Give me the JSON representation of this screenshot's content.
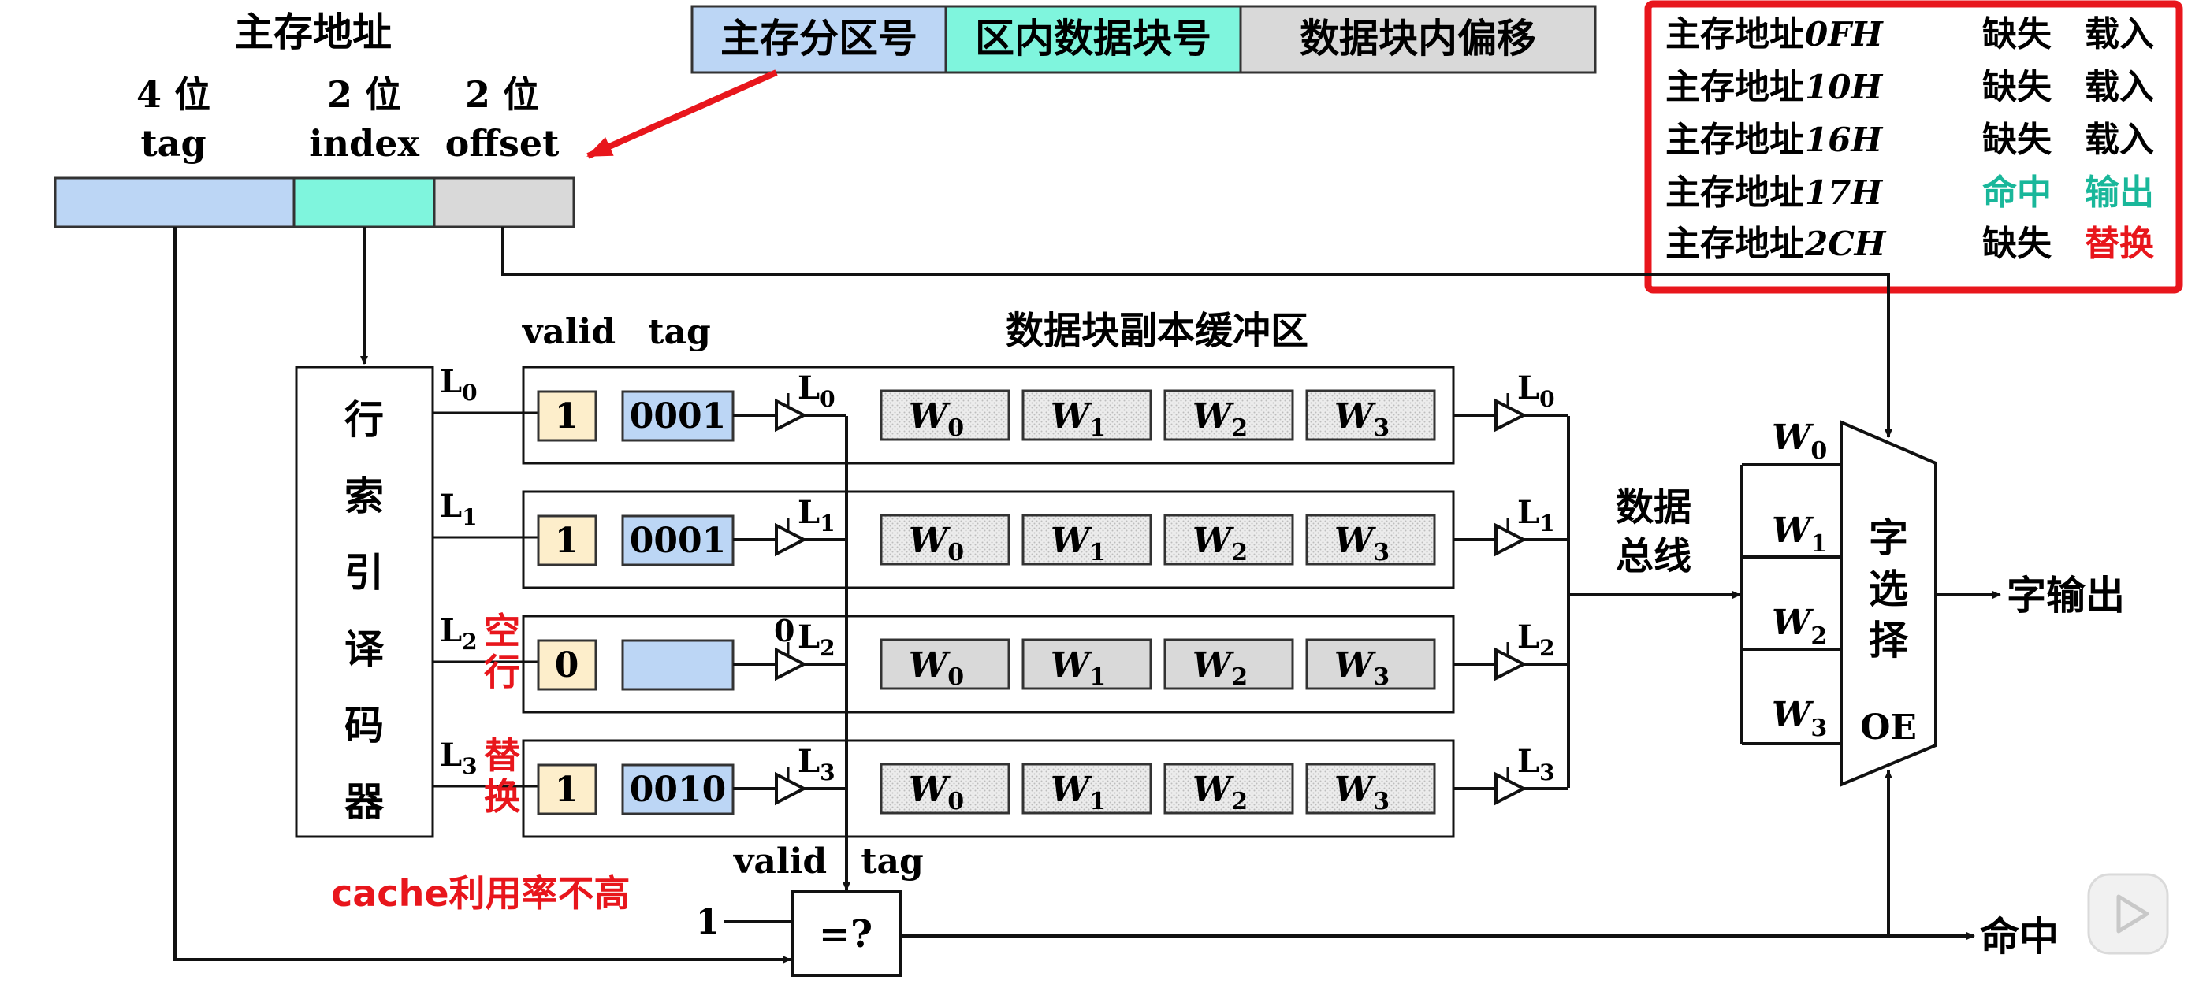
{
  "address": {
    "title": "主存地址",
    "fields": [
      {
        "bits": "4 位",
        "name": "tag"
      },
      {
        "bits": "2 位",
        "name": "index"
      },
      {
        "bits": "2 位",
        "name": "offset"
      }
    ]
  },
  "partition_header": {
    "cells": [
      "主存分区号",
      "区内数据块号",
      "数据块内偏移"
    ]
  },
  "access_log": {
    "rows": [
      {
        "addr_prefix": "主存地址",
        "addr": "0FH",
        "result": "缺失",
        "action": "载入"
      },
      {
        "addr_prefix": "主存地址",
        "addr": "10H",
        "result": "缺失",
        "action": "载入"
      },
      {
        "addr_prefix": "主存地址",
        "addr": "16H",
        "result": "缺失",
        "action": "载入"
      },
      {
        "addr_prefix": "主存地址",
        "addr": "17H",
        "result": "命中",
        "action": "输出"
      },
      {
        "addr_prefix": "主存地址",
        "addr": "2CH",
        "result": "缺失",
        "action": "替换"
      }
    ]
  },
  "decoder": {
    "label": [
      "行",
      "索",
      "引",
      "译",
      "码",
      "器"
    ]
  },
  "cache": {
    "header_valid": "valid",
    "header_tag": "tag",
    "buffer_title": "数据块副本缓冲区",
    "lines": [
      {
        "line": "L0",
        "valid": "1",
        "tag": "0001",
        "note": ""
      },
      {
        "line": "L1",
        "valid": "1",
        "tag": "0001",
        "note": ""
      },
      {
        "line": "L2",
        "valid": "0",
        "tag": "",
        "note": "空行",
        "gate_zero": "0"
      },
      {
        "line": "L3",
        "valid": "1",
        "tag": "0010",
        "note": "替换"
      }
    ],
    "words": [
      "W0",
      "W1",
      "W2",
      "W3"
    ]
  },
  "bus_label": [
    "数据",
    "总线"
  ],
  "word_select": {
    "label": [
      "字",
      "选",
      "择"
    ],
    "oe": "OE",
    "inputs": [
      "W0",
      "W1",
      "W2",
      "W3"
    ]
  },
  "word_output": "字输出",
  "comparator": {
    "symbol": "=?",
    "valid_label": "valid",
    "tag_label": "tag",
    "one": "1"
  },
  "hit_output": "命中",
  "utilization_note": "cache利用率不高",
  "colors": {
    "tag_blue": "#bcd6f5",
    "index_cyan": "#7ff5dd",
    "offset_gray": "#d9d9d9",
    "valid_yellow": "#fdeecb",
    "red": "#e8161c",
    "green": "#19b79a"
  }
}
